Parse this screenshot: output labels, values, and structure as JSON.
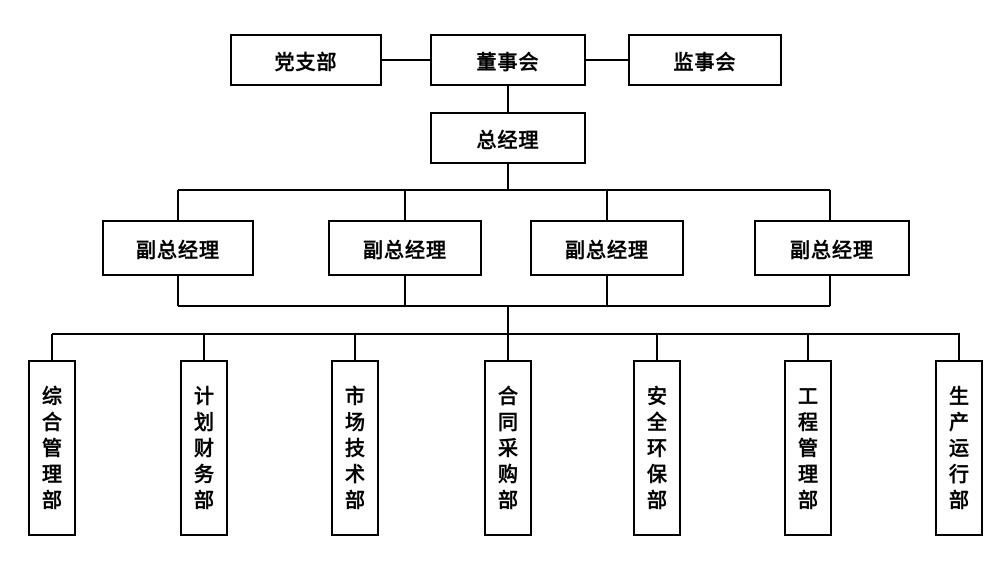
{
  "top_row": {
    "party_branch": "党支部",
    "board": "董事会",
    "supervisory_board": "监事会"
  },
  "general_manager": "总经理",
  "deputy_managers": [
    "副总经理",
    "副总经理",
    "副总经理",
    "副总经理"
  ],
  "departments": [
    "综合管理部",
    "计划财务部",
    "市场技术部",
    "合同采购部",
    "安全环保部",
    "工程管理部",
    "生产运行部"
  ]
}
